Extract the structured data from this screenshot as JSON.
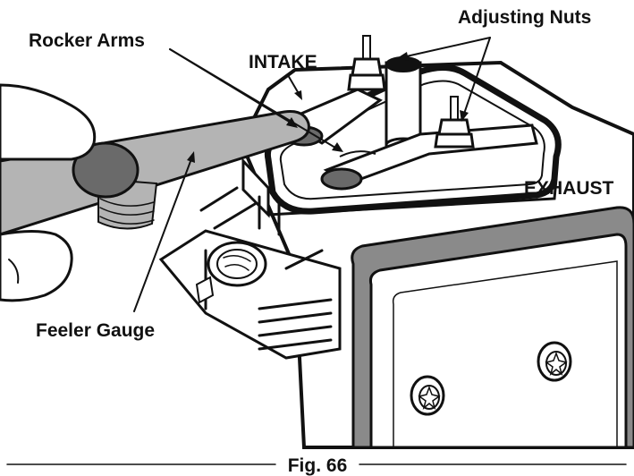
{
  "labels": {
    "rocker_arms": "Rocker Arms",
    "intake": "INTAKE",
    "adjusting_nuts": "Adjusting Nuts",
    "exhaust": "EXHAUST",
    "feeler_gauge": "Feeler Gauge"
  },
  "caption": "Fig. 66",
  "colors": {
    "ink": "#111111",
    "fill_gray": "#b4b4b4",
    "fill_dark": "#6a6a6a",
    "paper": "#ffffff"
  }
}
